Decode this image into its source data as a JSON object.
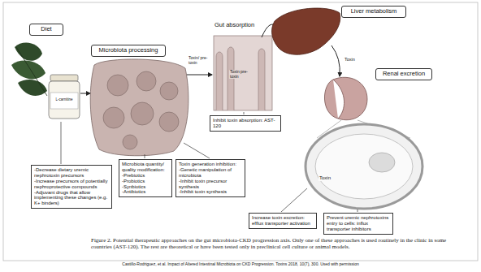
{
  "diagram": {
    "caption": "Figure 2. Potential therapeutic approaches on the gut microbiota-CKD progression axis. Only one of these approaches is used routinely in the clinic in some countries (AST-120). The rest are theoretical or have been tested only in preclinical cell culture or animal models.",
    "nodes": [
      {
        "text": [
          "Diet"
        ]
      },
      {
        "text": [
          "Microbiota processing"
        ]
      },
      {
        "text": [
          "Liver metabolism"
        ]
      },
      {
        "text": [
          "Renal excretion"
        ]
      },
      {
        "text": [
          "Inhibit toxin absorption: AST-120"
        ]
      },
      {
        "text": [
          "-Decrease dietary uremic nephrotoxin precursors",
          "-Increase precursors of potentially nephroprotective compounds",
          "-Adjuvant drugs that allow implementing these changes (e.g. K+ binders)"
        ]
      },
      {
        "text": [
          "Microbiota quantity/ quality modification:",
          "-Prebiotics",
          "-Probiotics",
          "-Synbiotics",
          "-Antibiotics"
        ]
      },
      {
        "text": [
          "Toxin generation inhibition:",
          "-Genetic manipulation of microbiota",
          "-Inhibit toxin precursor synthesis",
          "-Inhibit toxin synthesis"
        ]
      },
      {
        "text": [
          "Increase toxin excretion: efflux transporter activation"
        ]
      },
      {
        "text": [
          "Prevent uremic nephrotoxins entry to cells: influx transporter inhibitors"
        ]
      }
    ],
    "labels": [
      "Gut absorption",
      "L-carnitine",
      "Toxin/ pre-toxin",
      "Toxin pre-toxin",
      "Toxin",
      "Toxin",
      "Castillo-Rodriguez, et al. Impact of Altered Intestinal Microbiota on CKD Progression. Toxins 2018, 10(7), 300. Used with permission"
    ]
  }
}
